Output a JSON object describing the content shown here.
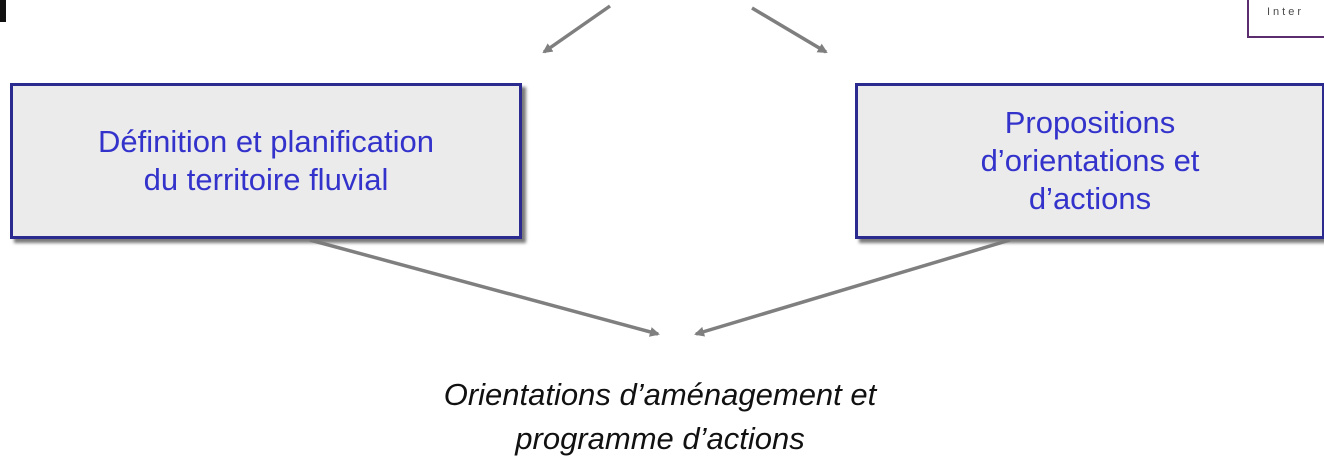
{
  "logo": {
    "text": "Inter"
  },
  "boxes": {
    "left": {
      "lines": [
        "Définition et planification",
        "du territoire fluvial"
      ]
    },
    "right": {
      "lines": [
        "Propositions",
        "d’orientations et",
        "d’actions"
      ]
    }
  },
  "result": {
    "lines": [
      "Orientations d’aménagement et",
      "programme d’actions"
    ]
  },
  "colors": {
    "box_text": "#3333cc",
    "box_border": "#2b2b8f",
    "box_fill": "#ebebeb",
    "arrow": "#7f7f7f"
  }
}
